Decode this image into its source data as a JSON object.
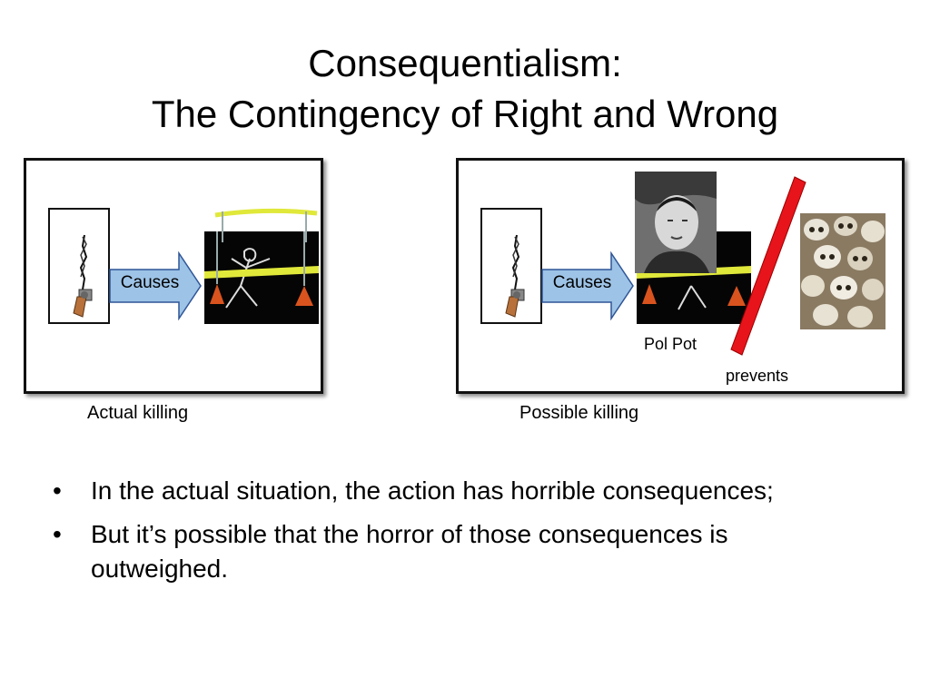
{
  "slide": {
    "title_line1": "Consequentialism:",
    "title_line2": "The Contingency of Right and Wrong"
  },
  "left_panel": {
    "arrow_label": "Causes",
    "caption": "Actual killing"
  },
  "right_panel": {
    "arrow_label": "Causes",
    "person_label": "Pol Pot",
    "prevents_label": "prevents",
    "caption": "Possible killing"
  },
  "bullets": [
    {
      "marker": "•",
      "text": "In the actual situation, the action has horrible consequences;"
    },
    {
      "marker": "•",
      "text": "But it’s possible that the horror of those consequences is outweighed."
    }
  ],
  "colors": {
    "arrow_fill": "#9dc3e6",
    "arrow_stroke": "#2f5597",
    "red_bar": "#e8141b",
    "police_tape": "#e0e83a"
  }
}
